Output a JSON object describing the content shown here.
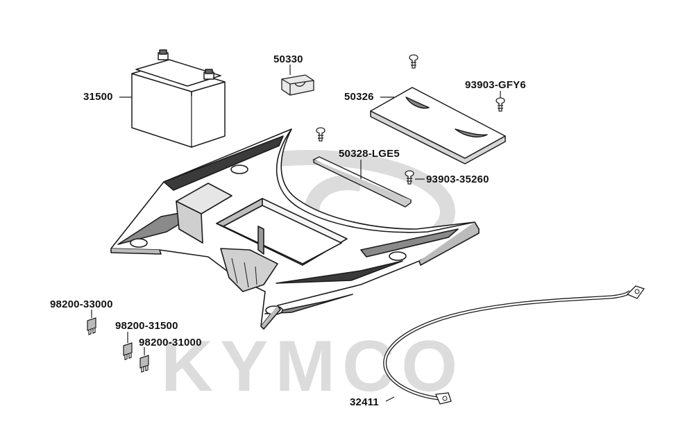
{
  "watermark": {
    "brand": "KYMCO",
    "color": "#d9d9d9"
  },
  "colors": {
    "line": "#1a1a1a",
    "part_fill": "#ffffff",
    "shade": "#9a9a9a",
    "dark": "#555555"
  },
  "callouts": {
    "battery": "31500",
    "battery_pad": "50330",
    "battery_cover": "50326",
    "cover_screw": "93903-GFY6",
    "battery_strap": "50328-LGE5",
    "strap_screw": "93903-35260",
    "fuse_30a": "98200-33000",
    "fuse_15a": "98200-31500",
    "fuse_10a": "98200-31000",
    "ground_cable": "32411"
  }
}
